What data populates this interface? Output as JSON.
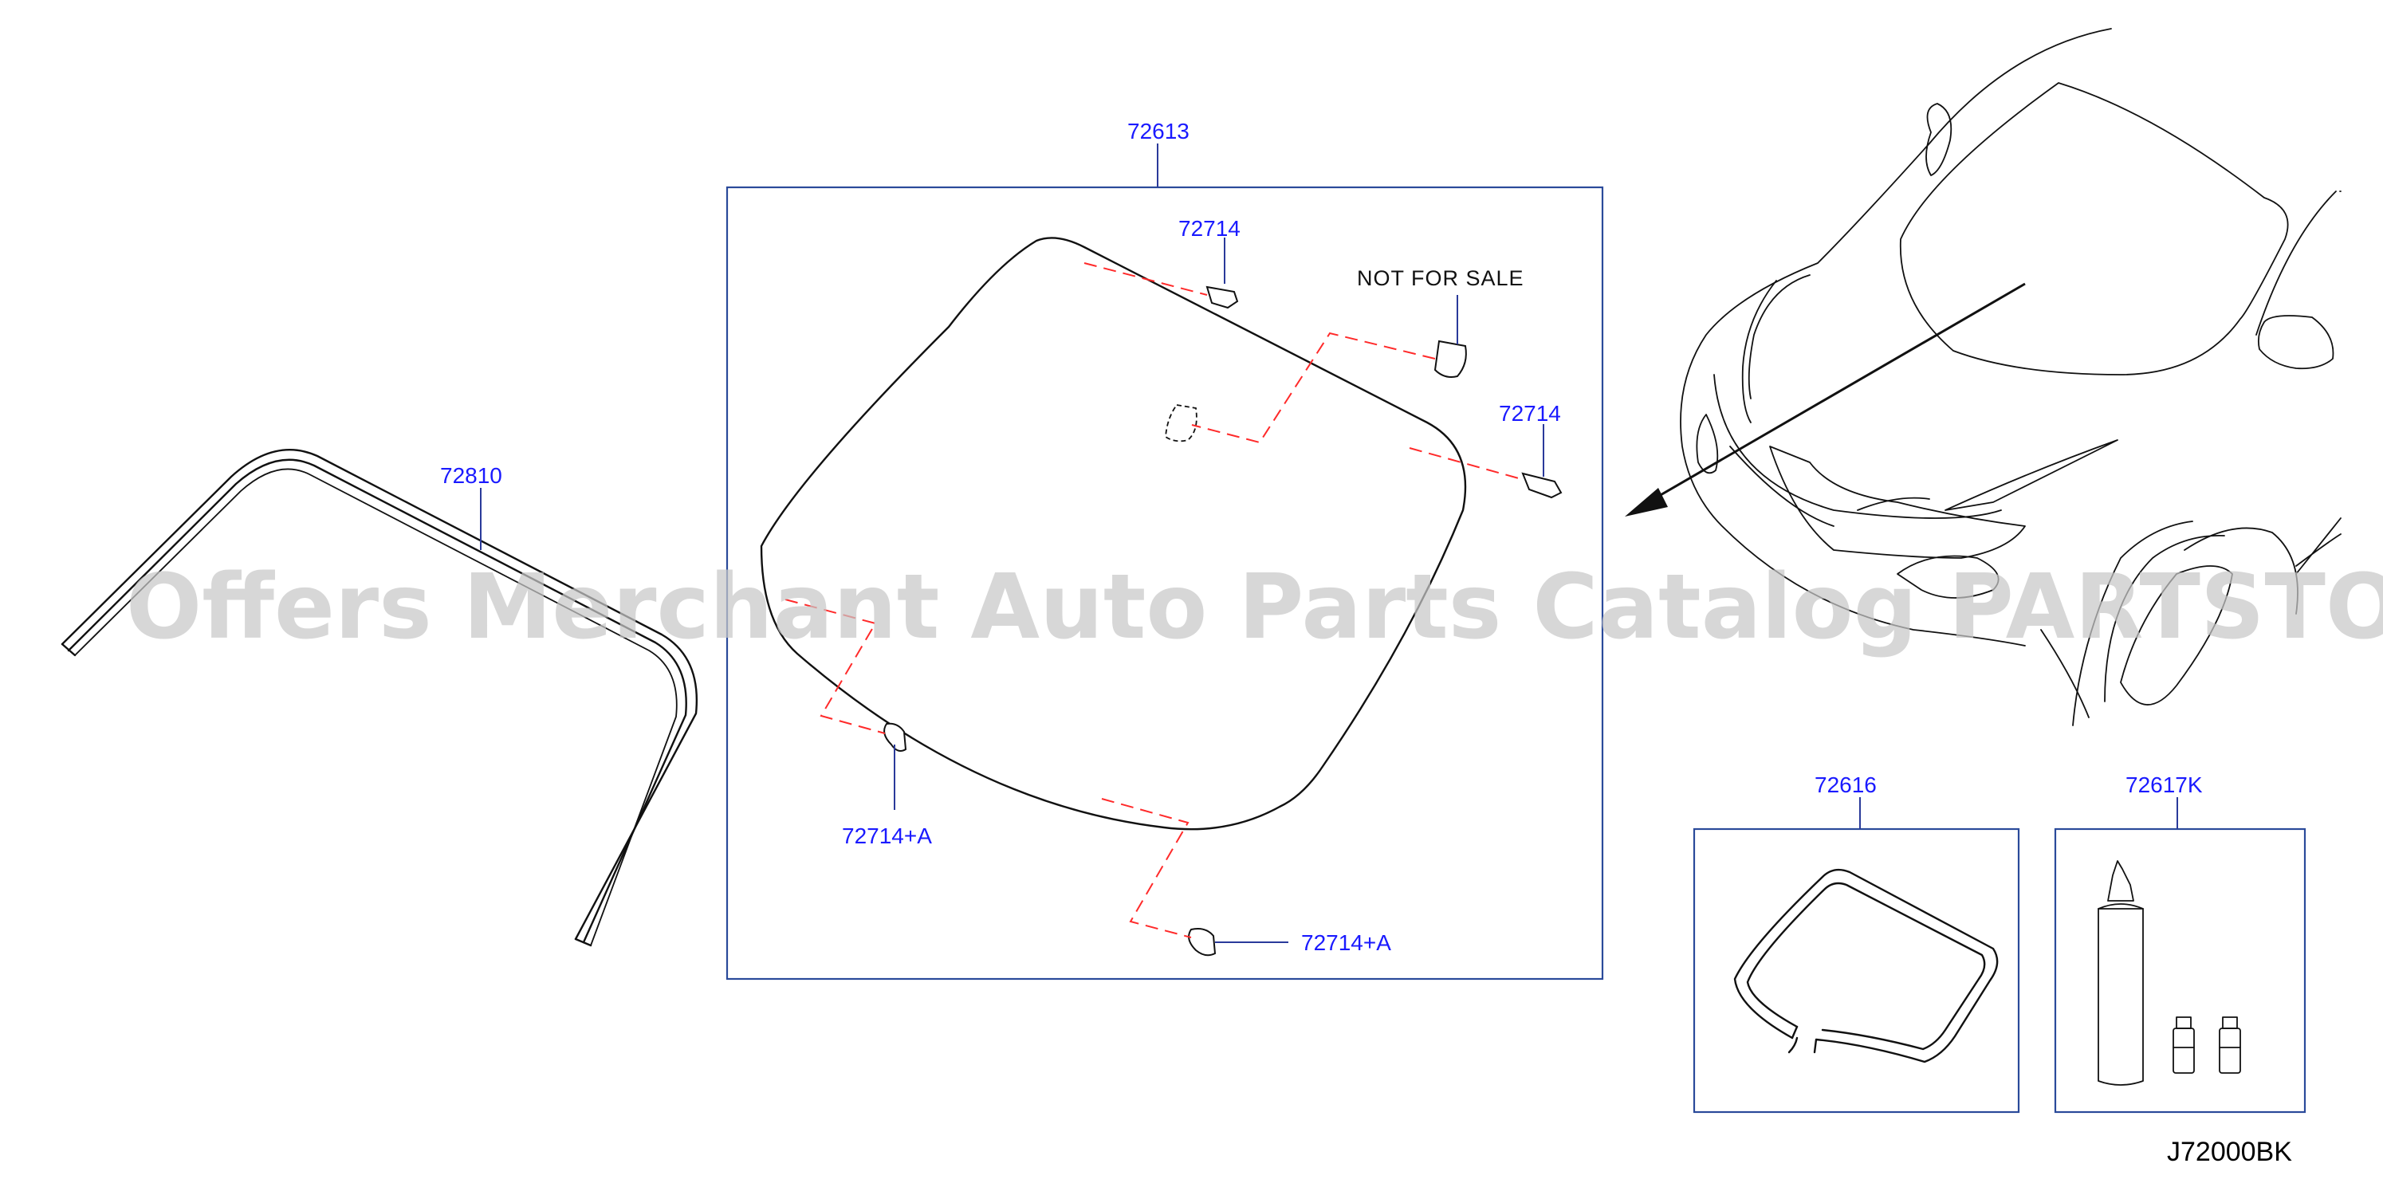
{
  "diagram": {
    "callouts": {
      "glass": "72613",
      "clip_top": "72714",
      "clip_right": "72714",
      "clip_lower_left": "72714+A",
      "clip_lower_center": "72714+A",
      "molding": "72810",
      "spacer_kit": "72616",
      "adhesive_kit": "72617K"
    },
    "note": "NOT  FOR  SALE",
    "drawing_code": "J72000BK"
  },
  "watermark": "Offers Merchant Auto Parts Catalog PARTSTORE.SA",
  "colors": {
    "callout_text": "#1a1aff",
    "leader_line": "#2a3a9a",
    "dashed_guide": "#ff2a2a",
    "line_art": "#111111"
  }
}
